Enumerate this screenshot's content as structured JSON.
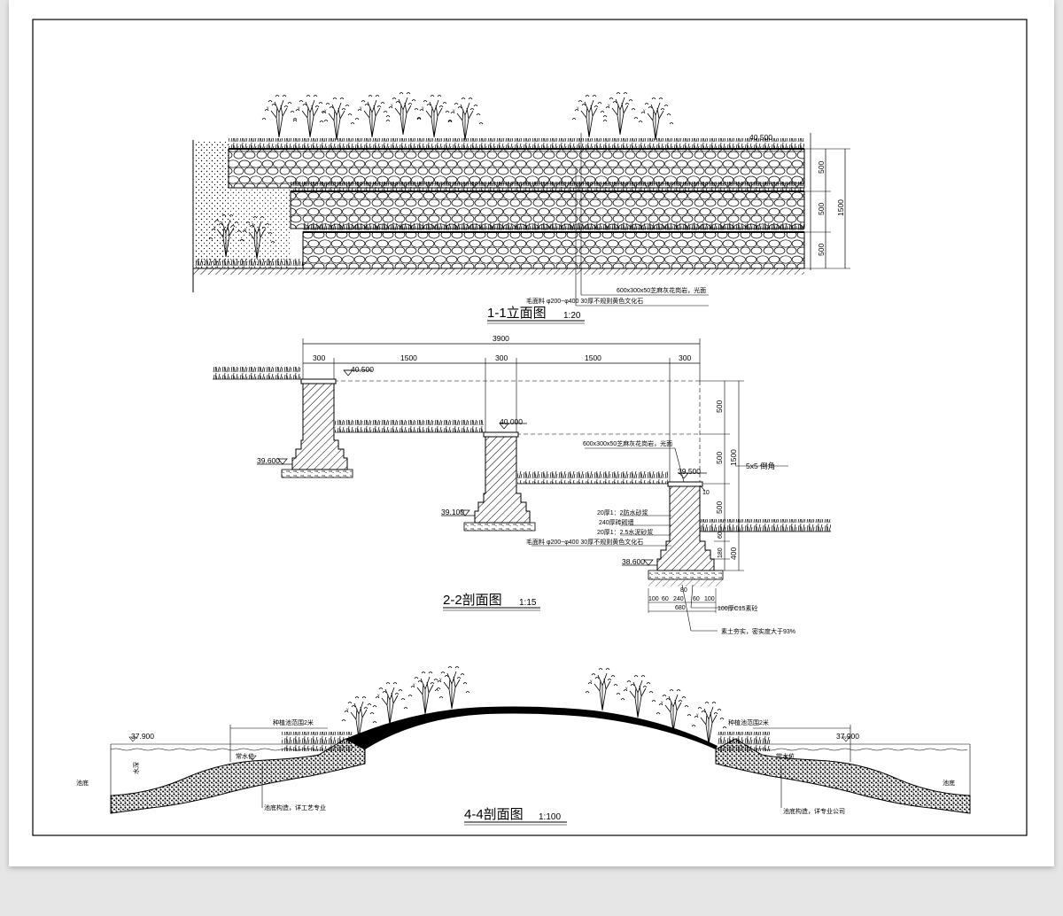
{
  "sections": {
    "elev_1_1": {
      "title": "1-1立面图",
      "scale": "1:20",
      "elevation": "40.500",
      "dims": [
        "500",
        "500",
        "500",
        "1500"
      ],
      "notes": [
        "600x300x50芝麻灰花岗岩，光面",
        "毛面料 φ200~φ400 30厚不规则黄色文化石"
      ]
    },
    "sec_2_2": {
      "title": "2-2剖面图",
      "scale": "1:15",
      "top_dims": [
        "3900",
        "300",
        "1500",
        "300",
        "1500",
        "300"
      ],
      "right_dims": [
        "500",
        "500",
        "500",
        "1500",
        "400",
        "60",
        "180"
      ],
      "elevations": [
        "40.500",
        "40.000",
        "39.600",
        "39.500",
        "39.100",
        "38.600"
      ],
      "notes": [
        "600x300x50芝麻灰花岗岩，光面",
        "5x5 倒角",
        "10",
        "20厚1：2防水砂浆",
        "240厚砖砌墙",
        "20厚1：2.5水泥砂浆",
        "毛面料 φ200~φ400 30厚不规则黄色文化石",
        "100厚C15素砼",
        "素土夯实，密实度大于93%"
      ],
      "bottom_dims": [
        "80",
        "100",
        "60",
        "240",
        "60",
        "100",
        "680"
      ]
    },
    "sec_4_4": {
      "title": "4-4剖面图",
      "scale": "1:100",
      "elevations": [
        "37.900",
        "37.900"
      ],
      "labels": [
        "池底",
        "池底",
        "常水位",
        "常水位",
        "种植池范围2米",
        "种植池范围2米",
        "水深",
        "池底构造，详工艺专业",
        "池底构造，详专业公司"
      ]
    }
  }
}
